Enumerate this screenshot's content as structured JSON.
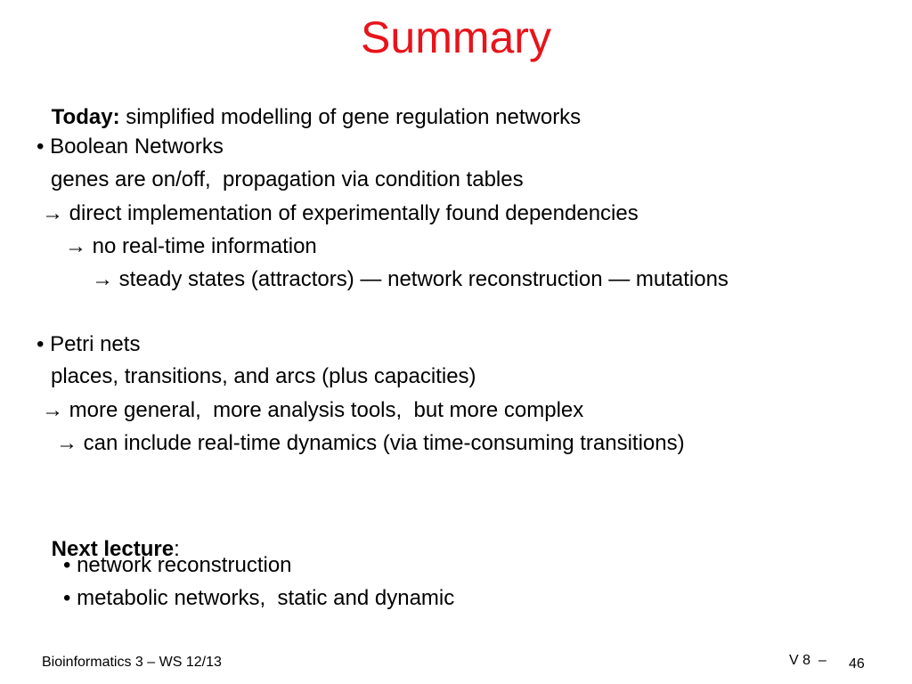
{
  "colors": {
    "title": "#e8141b",
    "text": "#000000",
    "background": "#ffffff"
  },
  "slide": {
    "title": "Summary",
    "today": {
      "label": "Today:",
      "text": " simplified modelling of gene regulation networks"
    },
    "boolean": {
      "bullet": "• Boolean Networks",
      "line1": "genes are on/off,  propagation via condition tables",
      "line2": "→ direct implementation of experimentally found dependencies",
      "line3": "→ no real-time information",
      "line4": "→ steady states (attractors) — network reconstruction — mutations"
    },
    "petri": {
      "bullet": "• Petri nets",
      "line1": "places, transitions, and arcs (plus capacities)",
      "line2": "→ more general,  more analysis tools,  but more complex",
      "line3": "→ can include real-time dynamics (via time-consuming transitions)"
    },
    "next": {
      "label": "Next lecture",
      "colon": ":",
      "items": [
        "• network reconstruction",
        "• metabolic networks,  static and dynamic"
      ]
    }
  },
  "footer": {
    "course": "Bioinformatics 3 – WS 12/13",
    "lecture": "V 8  –",
    "page": "46"
  }
}
